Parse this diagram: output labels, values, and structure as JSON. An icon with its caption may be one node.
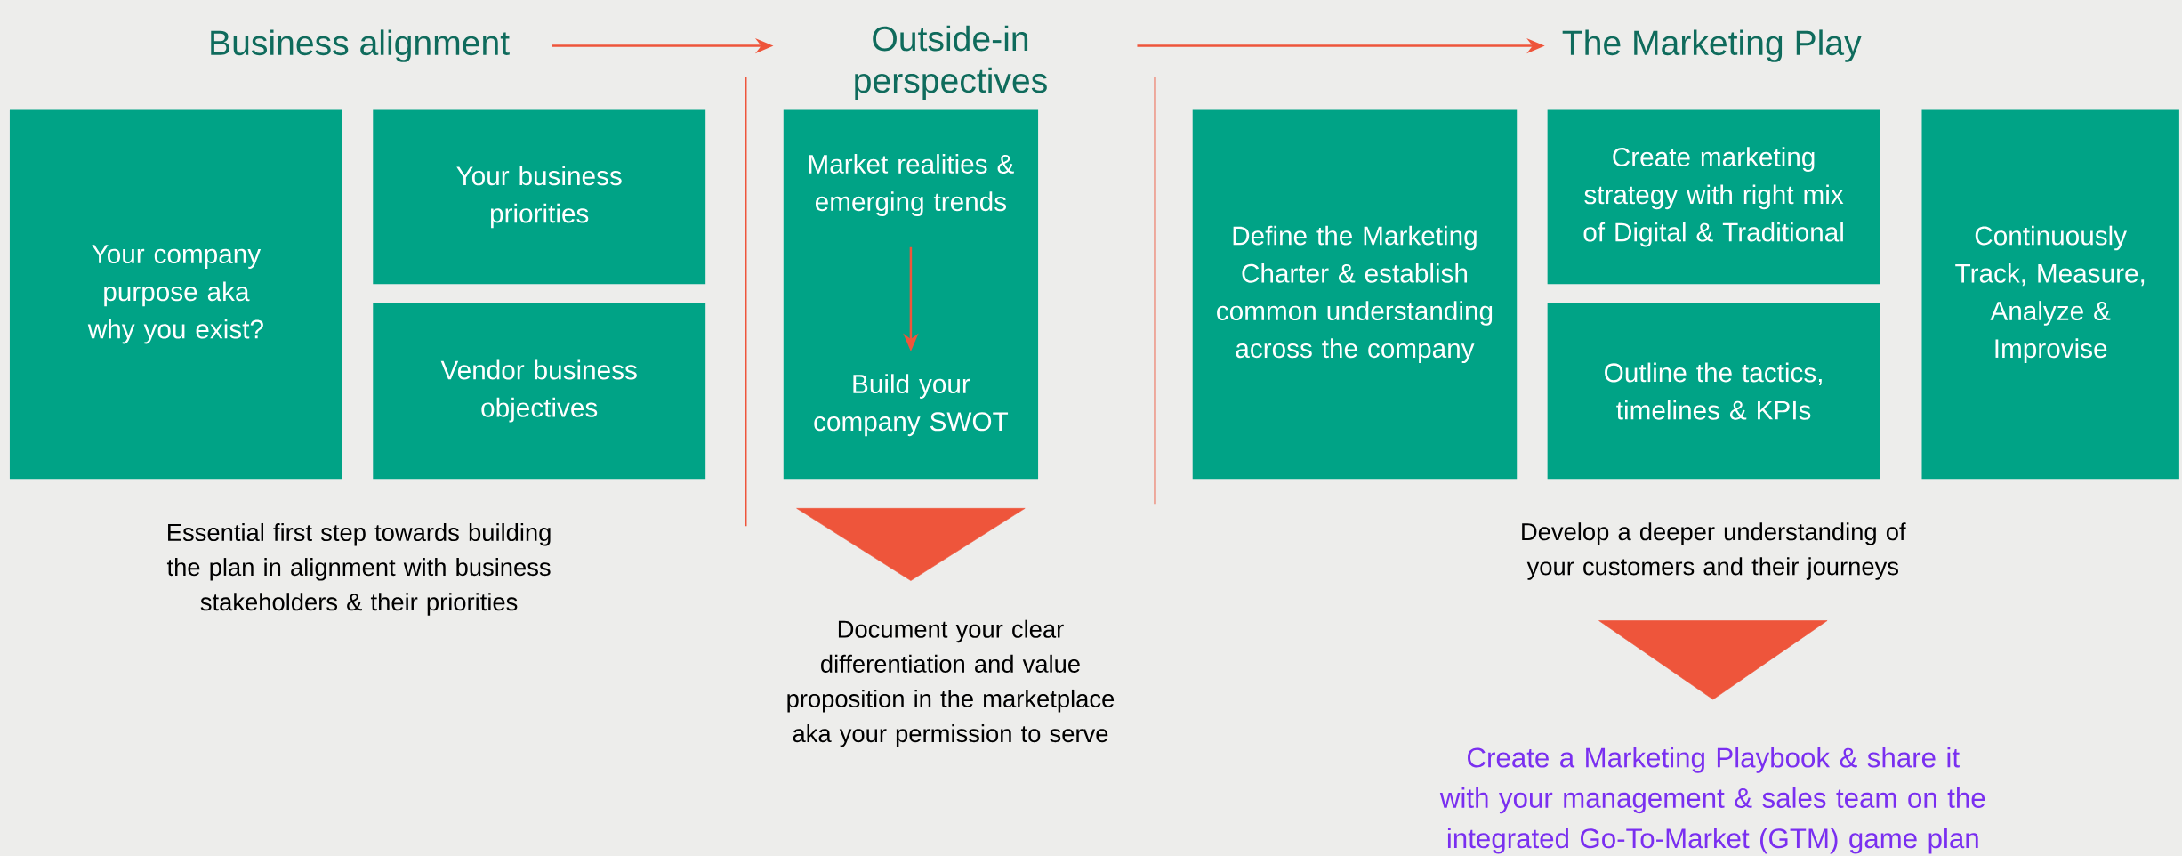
{
  "diagram": {
    "nodes": [
      {
        "text": [
          "Business alignment"
        ]
      },
      {
        "text": [
          "Outside-in perspectives"
        ]
      },
      {
        "text": [
          "The Marketing Play"
        ]
      },
      {
        "text": [
          "Your company purpose aka why you exist?"
        ]
      },
      {
        "text": [
          "Your business priorities"
        ]
      },
      {
        "text": [
          "Vendor business objectives"
        ]
      },
      {
        "text": [],
        "shape": "box"
      },
      {
        "text": [
          "Market realities & emerging trends"
        ],
        "in": 6
      },
      {
        "text": [
          "Build your company SWOT"
        ],
        "in": 6
      },
      {
        "text": [
          "Define the Marketing Charter & establish common understanding across the company"
        ]
      },
      {
        "text": [
          "Create marketing strategy with right mix of Digital & Traditional"
        ]
      },
      {
        "text": [
          "Outline the tactics, timelines & KPIs"
        ]
      },
      {
        "text": [
          "Continuously Track, Measure, Analyze & Improvise"
        ]
      },
      {
        "text": [
          "Document your clear differentiation and value proposition in the marketplace aka your permission to serve"
        ]
      },
      {
        "text": [
          "Develop a deeper understanding of your customers and their journeys"
        ]
      },
      {
        "text": [
          "Create a Marketing Playbook & share it with your management & sales team on the integrated Go-To-Market (GTM) game plan"
        ]
      }
    ],
    "edges": [
      {
        "from": 0,
        "to": 1,
        "arrow": "to"
      },
      {
        "from": 1,
        "to": 2,
        "arrow": "to"
      },
      {
        "from": 7,
        "to": 8,
        "arrow": "to"
      },
      {
        "from": 6,
        "to": 13,
        "arrow": "to",
        "style": "thick"
      },
      {
        "from": 14,
        "to": 15,
        "arrow": "to",
        "style": "thick"
      }
    ],
    "labels": [
      "Essential first step towards building the plan in alignment with business stakeholders & their priorities"
    ]
  }
}
